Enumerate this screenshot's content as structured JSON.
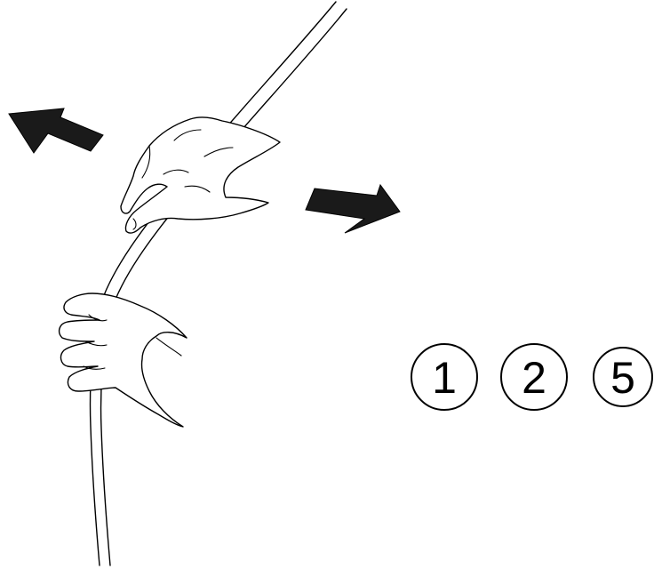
{
  "figure": {
    "step_badges": [
      "1",
      "2",
      "5"
    ]
  },
  "colors": {
    "background": "#ffffff",
    "line": "#000000",
    "arrow_fill": "#1a1a1a"
  },
  "icons": {
    "arrows": [
      "pull-left-arrow-icon",
      "push-right-arrow-icon"
    ]
  }
}
